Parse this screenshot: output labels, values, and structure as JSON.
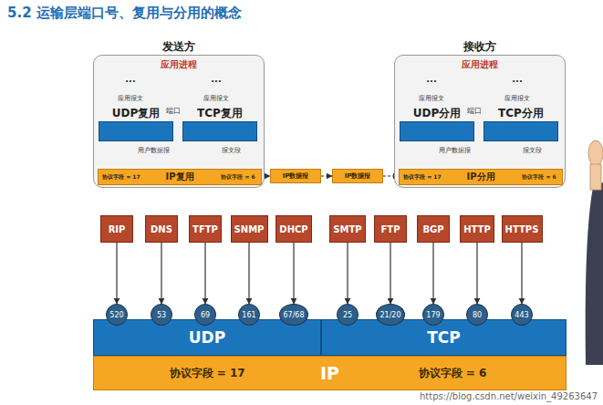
{
  "diagram": {
    "title": "5.2 运输层端口号、复用与分用的概念",
    "nodes": [
      {
        "text": [
          "发送方",
          "应用进程"
        ]
      },
      {
        "text": [
          "UDP复用"
        ],
        "in": 0
      },
      {
        "text": [
          "TCP复用"
        ],
        "in": 0
      },
      {
        "text": [
          "协议字段 = 17",
          "IP复用",
          "协议字段 = 6"
        ],
        "in": 0
      },
      {
        "text": [
          "IP数据报"
        ]
      },
      {
        "text": [
          "IP数据报"
        ]
      },
      {
        "text": [
          "接收方",
          "应用进程"
        ]
      },
      {
        "text": [
          "UDP分用"
        ],
        "in": 6
      },
      {
        "text": [
          "TCP分用"
        ],
        "in": 6
      },
      {
        "text": [
          "协议字段 = 17",
          "IP分用",
          "协议字段 = 6"
        ],
        "in": 6
      },
      {
        "text": [
          "RIP"
        ]
      },
      {
        "text": [
          "DNS"
        ]
      },
      {
        "text": [
          "TFTP"
        ]
      },
      {
        "text": [
          "SNMP"
        ]
      },
      {
        "text": [
          "DHCP"
        ]
      },
      {
        "text": [
          "SMTP"
        ]
      },
      {
        "text": [
          "FTP"
        ]
      },
      {
        "text": [
          "BGP"
        ]
      },
      {
        "text": [
          "HTTP"
        ]
      },
      {
        "text": [
          "HTTPS"
        ]
      },
      {
        "text": [
          "520"
        ]
      },
      {
        "text": [
          "53"
        ]
      },
      {
        "text": [
          "69"
        ]
      },
      {
        "text": [
          "161"
        ]
      },
      {
        "text": [
          "67/68"
        ]
      },
      {
        "text": [
          "25"
        ]
      },
      {
        "text": [
          "21/20"
        ]
      },
      {
        "text": [
          "179"
        ]
      },
      {
        "text": [
          "80"
        ]
      },
      {
        "text": [
          "443"
        ]
      },
      {
        "text": [
          "UDP"
        ]
      },
      {
        "text": [
          "TCP"
        ]
      },
      {
        "text": [
          "协议字段 = 17",
          "IP",
          "协议字段 = 6"
        ]
      }
    ],
    "edges": [
      {
        "from": 1,
        "to": 3,
        "arrow": "to"
      },
      {
        "from": 2,
        "to": 3,
        "arrow": "to"
      },
      {
        "from": 3,
        "to": 4,
        "arrow": "to"
      },
      {
        "from": 4,
        "to": 5,
        "arrow": "to"
      },
      {
        "from": 5,
        "to": 9,
        "arrow": "to"
      },
      {
        "from": 9,
        "to": 7,
        "arrow": "to"
      },
      {
        "from": 9,
        "to": 8,
        "arrow": "to"
      },
      {
        "from": 10,
        "to": 20,
        "arrow": "to"
      },
      {
        "from": 11,
        "to": 21,
        "arrow": "to"
      },
      {
        "from": 12,
        "to": 22,
        "arrow": "to"
      },
      {
        "from": 13,
        "to": 23,
        "arrow": "to"
      },
      {
        "from": 14,
        "to": 24,
        "arrow": "to"
      },
      {
        "from": 15,
        "to": 25,
        "arrow": "to"
      },
      {
        "from": 16,
        "to": 26,
        "arrow": "to"
      },
      {
        "from": 17,
        "to": 27,
        "arrow": "to"
      },
      {
        "from": 18,
        "to": 28,
        "arrow": "to"
      },
      {
        "from": 19,
        "to": 29,
        "arrow": "to"
      }
    ],
    "labels": [
      "应用报文",
      "应用报文",
      "端口",
      "···",
      "···",
      "用户数据报",
      "报文段",
      "应用报文",
      "应用报文",
      "端口",
      "···",
      "···",
      "用户数据报",
      "报文段",
      "https://blog.csdn.net/weixin_49263647"
    ]
  }
}
